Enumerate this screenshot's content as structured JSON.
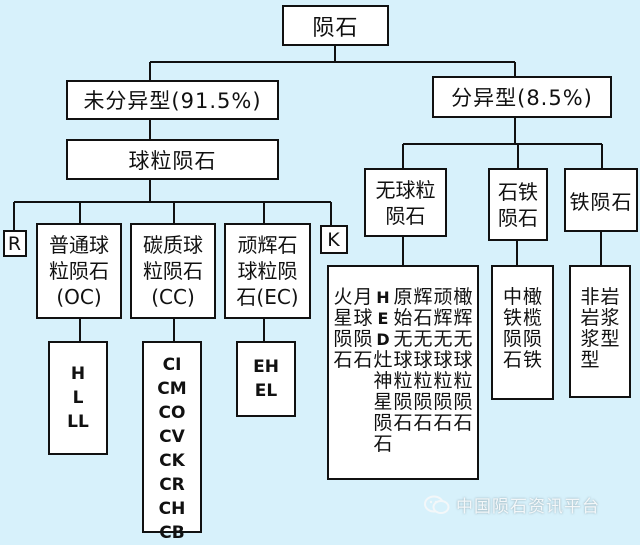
{
  "diagram": {
    "root": "陨石",
    "undiff": "未分异型(91.5%)",
    "diff": "分异型(8.5%)",
    "chondrite": "球粒陨石",
    "r": "R",
    "k": "K",
    "oc_lines": [
      "普通球",
      "粒陨石",
      "(OC)"
    ],
    "cc_lines": [
      "碳质球",
      "粒陨石",
      "(CC)"
    ],
    "ec_lines": [
      "顽辉石",
      "球粒陨",
      "石(EC)"
    ],
    "oc_sub": [
      "H",
      "L",
      "LL"
    ],
    "cc_sub": [
      "CI",
      "CM",
      "CO",
      "CV",
      "CK",
      "CR",
      "CH",
      "CB"
    ],
    "ec_sub": [
      "EH",
      "EL"
    ],
    "achondrite_lines": [
      "无球粒",
      "陨石"
    ],
    "stony_iron_lines": [
      "石铁",
      "陨石"
    ],
    "iron": "铁陨石",
    "achondrite_cols": [
      [
        "火",
        "星",
        "陨",
        "石"
      ],
      [
        "月",
        "球",
        "陨",
        "石"
      ],
      [
        "H",
        "E",
        "D",
        "灶",
        "神",
        "星",
        "陨",
        "石"
      ],
      [
        "原",
        "始",
        "无",
        "球",
        "粒",
        "陨",
        "石"
      ],
      [
        "辉",
        "石",
        "无",
        "球",
        "粒",
        "陨",
        "石"
      ],
      [
        "顽",
        "辉",
        "无",
        "球",
        "粒",
        "陨",
        "石"
      ],
      [
        "橄",
        "辉",
        "无",
        "球",
        "粒",
        "陨",
        "石"
      ]
    ],
    "stony_iron_cols": [
      [
        "中",
        "铁",
        "陨",
        "石"
      ],
      [
        "橄",
        "榄",
        "陨",
        "铁"
      ]
    ],
    "iron_cols": [
      [
        "非",
        "岩",
        "浆",
        "型"
      ],
      [
        "岩",
        "浆",
        "型"
      ]
    ]
  },
  "watermark": "中国陨石资讯平台"
}
